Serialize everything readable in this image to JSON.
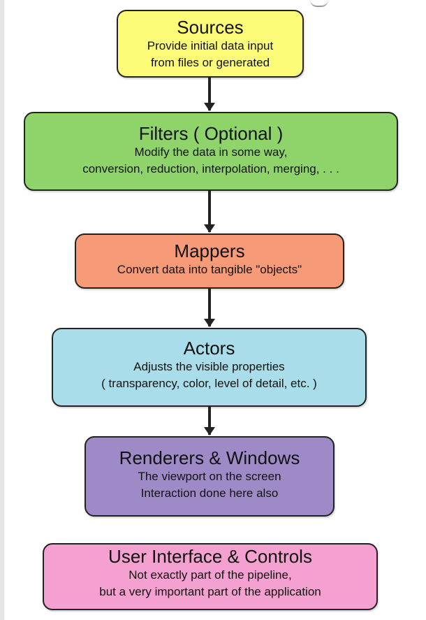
{
  "colors": {
    "sources": "#fcfc78",
    "filters": "#8fd46a",
    "mappers": "#f69a78",
    "actors": "#a8dde9",
    "renderers": "#9f8ac8",
    "ui": "#f4a0d0",
    "border": "#222222"
  },
  "diagram": {
    "sources": {
      "title": "Sources",
      "lines": [
        "Provide initial data input",
        "from files or generated"
      ]
    },
    "filters": {
      "title": "Filters  ( Optional )",
      "lines": [
        "Modify the data in some way,",
        "conversion, reduction, interpolation, merging, . . ."
      ]
    },
    "mappers": {
      "title": "Mappers",
      "lines": [
        "Convert data into tangible \"objects\""
      ]
    },
    "actors": {
      "title": "Actors",
      "lines": [
        "Adjusts the visible properties",
        "( transparency, color, level of detail, etc. )"
      ]
    },
    "renderers": {
      "title": "Renderers & Windows",
      "lines": [
        "The viewport on the screen",
        "Interaction done here also"
      ]
    },
    "ui": {
      "title": "User Interface & Controls",
      "lines": [
        "Not exactly part of the pipeline,",
        "but a very important part of the application"
      ]
    }
  }
}
